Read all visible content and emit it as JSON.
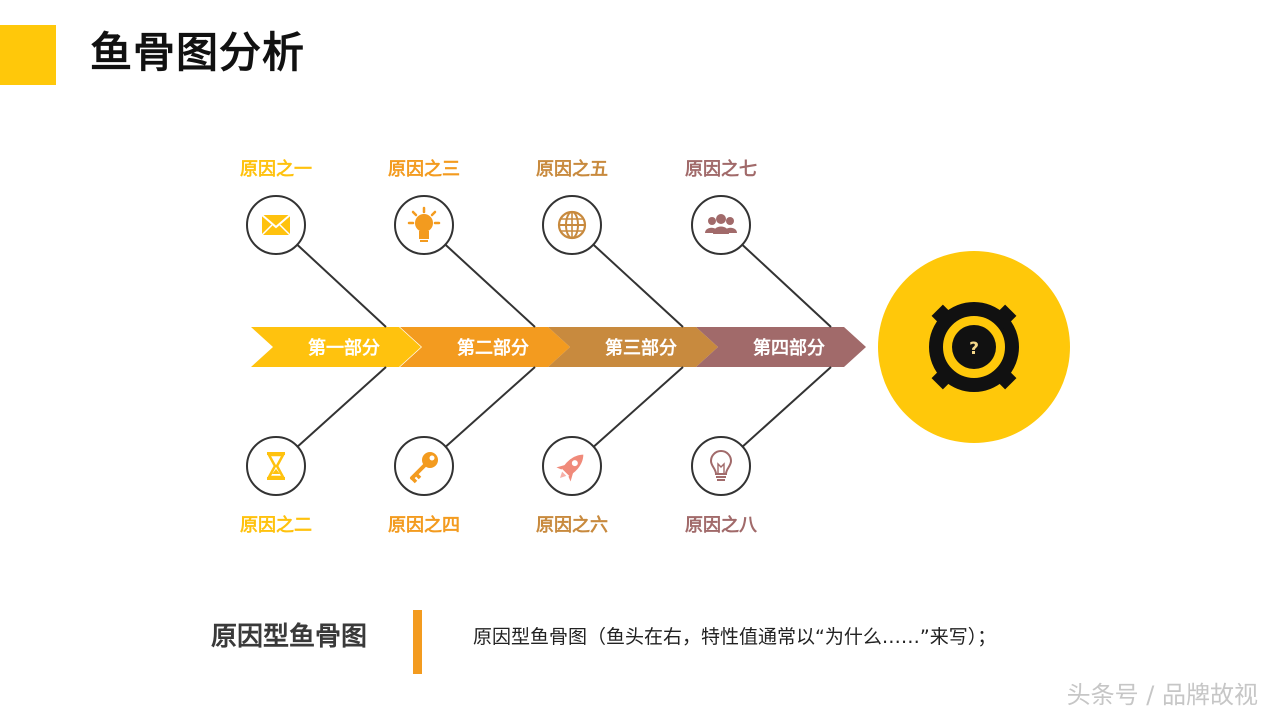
{
  "title": "鱼骨图分析",
  "colors": {
    "accent": "#FFC80A",
    "seg1": "#FFC20E",
    "seg2": "#F39B1F",
    "seg3": "#C88A3E",
    "seg4": "#A16A6A",
    "bone": "#333333",
    "head": "#FFC80A"
  },
  "segments": [
    {
      "label": "第一部分"
    },
    {
      "label": "第二部分"
    },
    {
      "label": "第三部分"
    },
    {
      "label": "第四部分"
    }
  ],
  "causes": [
    {
      "label": "原因之一",
      "icon": "envelope-icon",
      "position": "top",
      "segment": 0
    },
    {
      "label": "原因之二",
      "icon": "hourglass-icon",
      "position": "bottom",
      "segment": 0
    },
    {
      "label": "原因之三",
      "icon": "lightbulb-icon",
      "position": "top",
      "segment": 1
    },
    {
      "label": "原因之四",
      "icon": "key-icon",
      "position": "bottom",
      "segment": 1
    },
    {
      "label": "原因之五",
      "icon": "globe-icon",
      "position": "top",
      "segment": 2
    },
    {
      "label": "原因之六",
      "icon": "rocket-icon",
      "position": "bottom",
      "segment": 2
    },
    {
      "label": "原因之七",
      "icon": "users-icon",
      "position": "top",
      "segment": 3
    },
    {
      "label": "原因之八",
      "icon": "bulb-outline-icon",
      "position": "bottom",
      "segment": 3
    }
  ],
  "head": {
    "icon": "gear-question-icon",
    "symbol": "?"
  },
  "footer": {
    "title": "原因型鱼骨图",
    "description": "原因型鱼骨图（鱼头在右，特性值通常以“为什么……”来写）；"
  },
  "watermark": "头条号 / 品牌故视"
}
